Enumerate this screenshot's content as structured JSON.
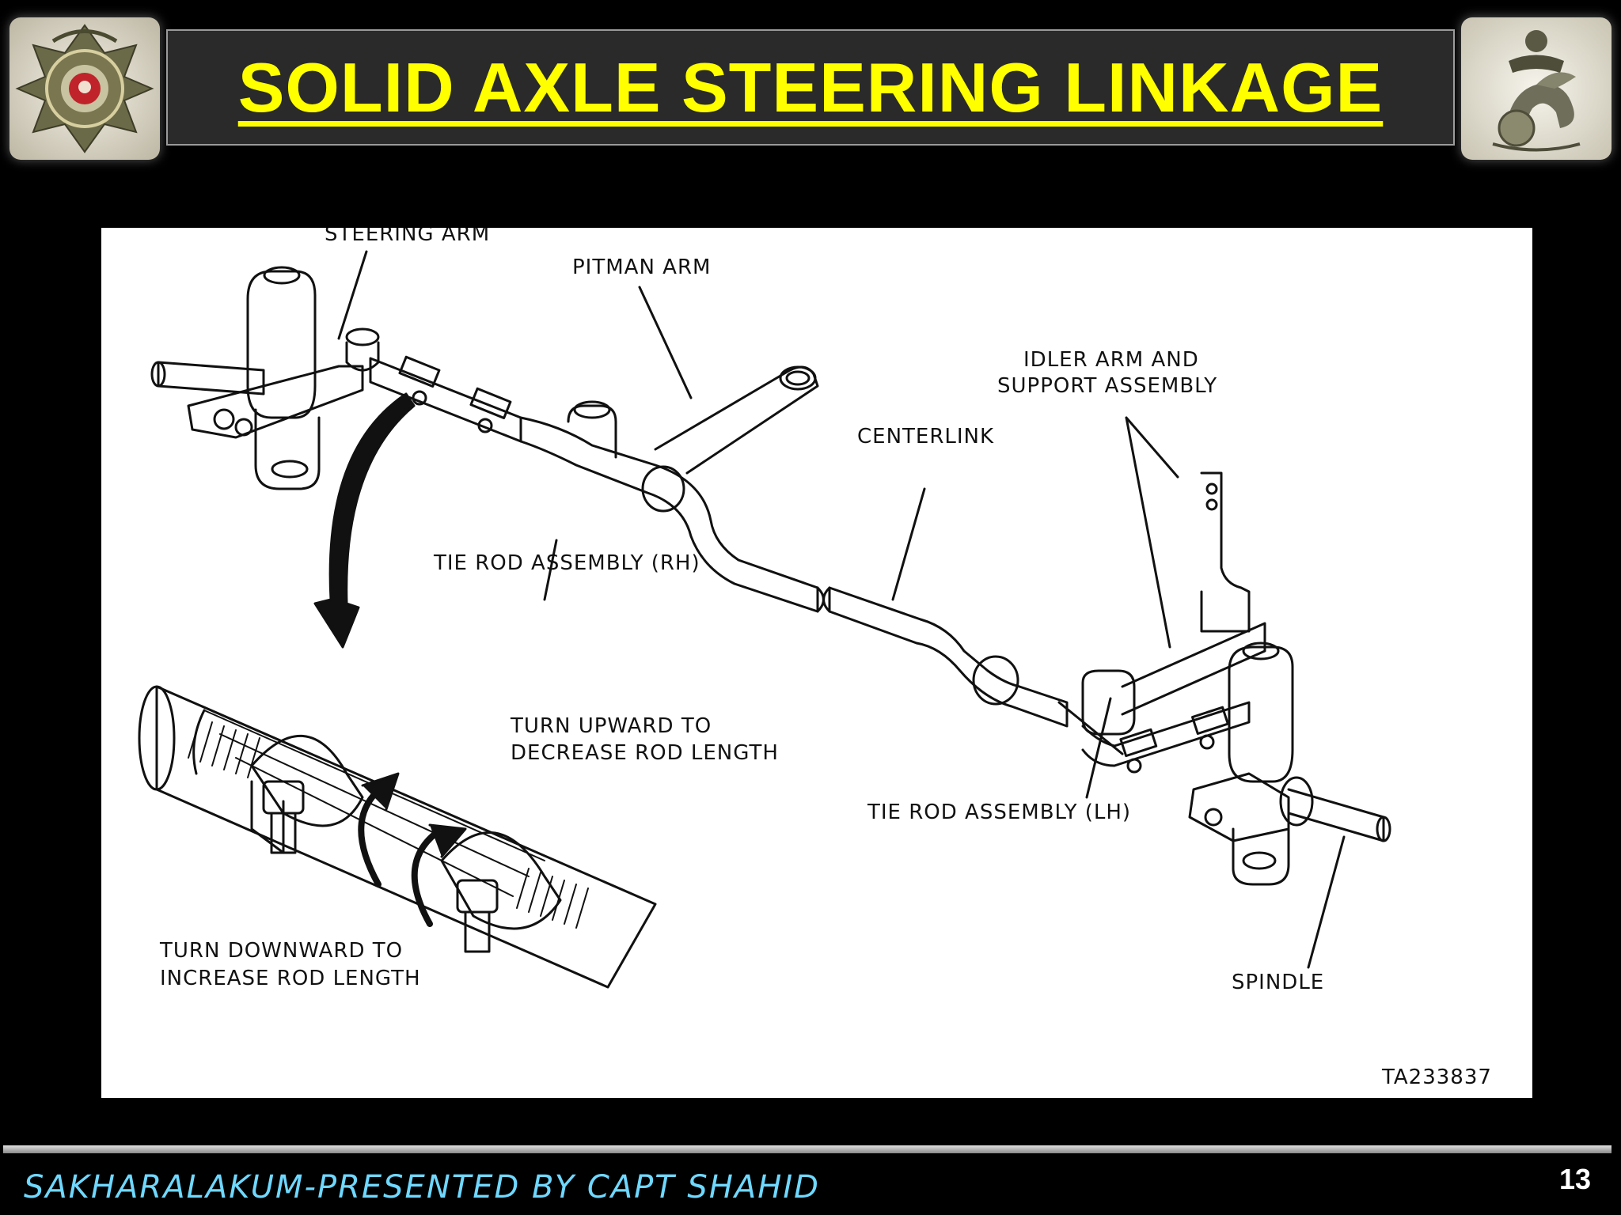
{
  "slide": {
    "title": "SOLID AXLE STEERING LINKAGE",
    "footer": "SAKHARALAKUM-PRESENTED BY CAPT SHAHID",
    "page_number": "13"
  },
  "diagram": {
    "labels": {
      "steering_arm": "STEERING ARM",
      "pitman_arm": "PITMAN ARM",
      "idler_arm_line1": "IDLER ARM AND",
      "idler_arm_line2": "SUPPORT ASSEMBLY",
      "centerlink": "CENTERLINK",
      "tie_rod_rh": "TIE ROD ASSEMBLY (RH)",
      "turn_upward_line1": "TURN UPWARD TO",
      "turn_upward_line2": "DECREASE ROD LENGTH",
      "tie_rod_lh": "TIE ROD ASSEMBLY (LH)",
      "turn_downward_line1": "TURN DOWNWARD TO",
      "turn_downward_line2": "INCREASE ROD LENGTH",
      "spindle": "SPINDLE",
      "figure_id": "TA233837"
    }
  },
  "colors": {
    "title_text": "#ffff00",
    "footer_text": "#6fd8ff",
    "background": "#000000"
  }
}
